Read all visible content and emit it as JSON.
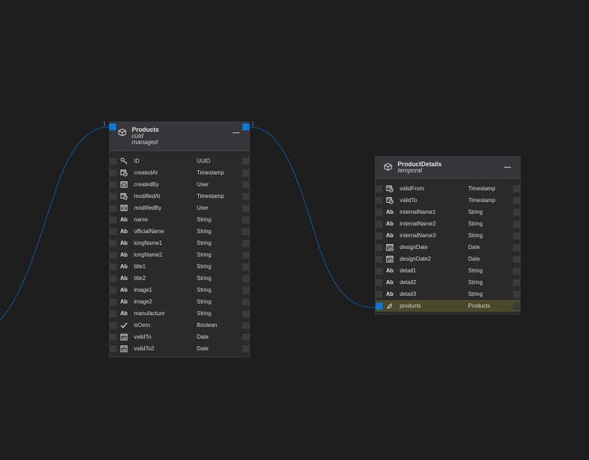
{
  "canvas_bg": "#1e1e1e",
  "accent": "#0a7ad6",
  "entities": [
    {
      "title": "Products",
      "subtitle1": "cuid",
      "subtitle2": "managed",
      "port_label_left": "1",
      "port_label_right": "1",
      "fields": [
        {
          "name": "ID",
          "type": "UUID",
          "icon": "key-icon"
        },
        {
          "name": "createdAt",
          "type": "Timestamp",
          "icon": "timestamp-icon"
        },
        {
          "name": "createdBy",
          "type": "User",
          "icon": "user-icon"
        },
        {
          "name": "modifiedAt",
          "type": "Timestamp",
          "icon": "timestamp-icon"
        },
        {
          "name": "modifiedBy",
          "type": "User",
          "icon": "user-icon"
        },
        {
          "name": "name",
          "type": "String",
          "icon": "string-icon"
        },
        {
          "name": "officialName",
          "type": "String",
          "icon": "string-icon"
        },
        {
          "name": "longName1",
          "type": "String",
          "icon": "string-icon"
        },
        {
          "name": "longName2",
          "type": "String",
          "icon": "string-icon"
        },
        {
          "name": "title1",
          "type": "String",
          "icon": "string-icon"
        },
        {
          "name": "title2",
          "type": "String",
          "icon": "string-icon"
        },
        {
          "name": "image1",
          "type": "String",
          "icon": "string-icon"
        },
        {
          "name": "image2",
          "type": "String",
          "icon": "string-icon"
        },
        {
          "name": "manufacture",
          "type": "String",
          "icon": "string-icon"
        },
        {
          "name": "isOem",
          "type": "Boolean",
          "icon": "boolean-icon"
        },
        {
          "name": "validTo",
          "type": "Date",
          "icon": "date-icon"
        },
        {
          "name": "validTo2",
          "type": "Date",
          "icon": "date-icon"
        }
      ]
    },
    {
      "title": "ProductDetails",
      "subtitle1": "temporal",
      "fields": [
        {
          "name": "validFrom",
          "type": "Timestamp",
          "icon": "timestamp-icon"
        },
        {
          "name": "validTo",
          "type": "Timestamp",
          "icon": "timestamp-icon"
        },
        {
          "name": "internalName1",
          "type": "String",
          "icon": "string-icon"
        },
        {
          "name": "internalName2",
          "type": "String",
          "icon": "string-icon"
        },
        {
          "name": "internalName3",
          "type": "String",
          "icon": "string-icon"
        },
        {
          "name": "designDate",
          "type": "Date",
          "icon": "date-icon"
        },
        {
          "name": "designDate2",
          "type": "Date",
          "icon": "date-icon"
        },
        {
          "name": "detail1",
          "type": "String",
          "icon": "string-icon"
        },
        {
          "name": "detail2",
          "type": "String",
          "icon": "string-icon"
        },
        {
          "name": "detail3",
          "type": "String",
          "icon": "string-icon"
        },
        {
          "name": "products",
          "type": "Products",
          "icon": "link-icon",
          "selected": true
        }
      ]
    }
  ],
  "string_glyph": "Ab"
}
